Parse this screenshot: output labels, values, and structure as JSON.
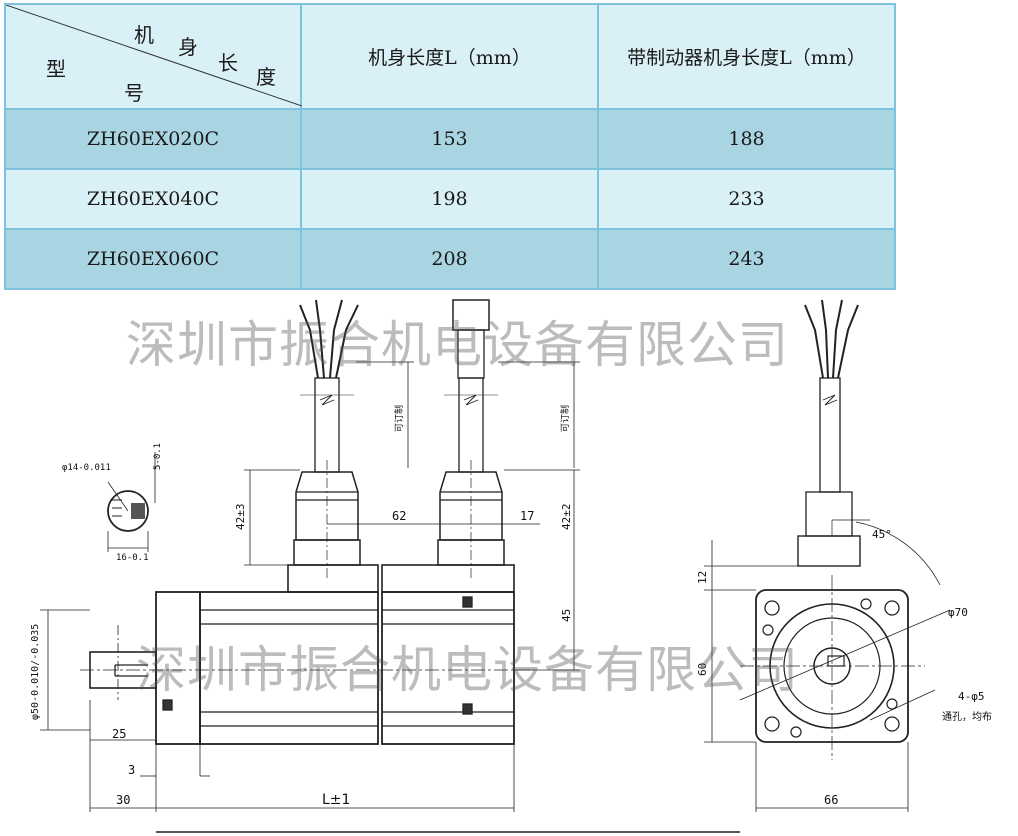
{
  "table": {
    "corner": {
      "char1": "机",
      "char2": "身",
      "char3": "长",
      "char4": "度",
      "char5": "型",
      "char6": "号"
    },
    "headers": [
      "机身长度L（mm）",
      "带制动器机身长度L（mm）"
    ],
    "rows": [
      {
        "model": "ZH60EX020C",
        "length": "153",
        "brake_length": "188"
      },
      {
        "model": "ZH60EX040C",
        "length": "198",
        "brake_length": "233"
      },
      {
        "model": "ZH60EX060C",
        "length": "208",
        "brake_length": "243"
      }
    ],
    "colors": {
      "header_bg": "#daf0f7",
      "row_dark": "#a9d5e3",
      "border": "#7ec2dd"
    }
  },
  "watermark": "深圳市振合机电设备有限公司",
  "drawing": {
    "dims": {
      "key_dia": "φ14-0.011",
      "key_width": "5-0.1",
      "key_height": "16-0.1",
      "shaft_dia": "φ50-0.010/-0.035",
      "shaft_len": "25",
      "flange": "3",
      "front_len": "30",
      "body_len": "L±1",
      "conn_height1": "42±3",
      "conn_height2": "42±2",
      "conn_spacing": "62",
      "conn_offset": "17",
      "conn_offset_v": "45",
      "customizable": "可订制",
      "angle": "45°",
      "pcd": "φ70",
      "holes": "4-φ5",
      "holes_note": "通孔，均布",
      "square": "60",
      "top_offset": "12",
      "width": "66"
    }
  }
}
